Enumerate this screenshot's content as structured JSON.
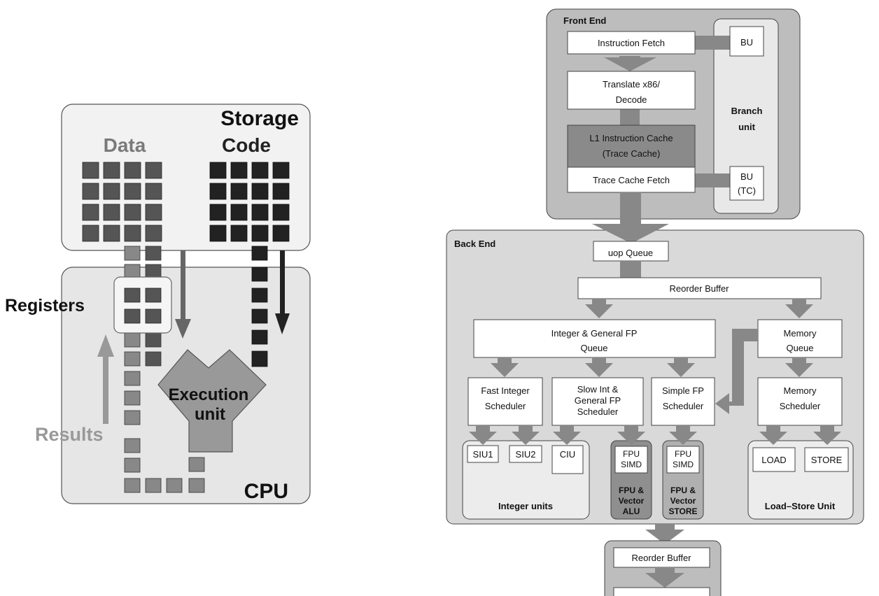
{
  "left_diagram": {
    "storage_label": "Storage",
    "data_label": "Data",
    "code_label": "Code",
    "registers_label": "Registers",
    "execution_label_1": "Execution",
    "execution_label_2": "unit",
    "results_label": "Results",
    "cpu_label": "CPU"
  },
  "front_end": {
    "title": "Front End",
    "instruction_fetch": "Instruction Fetch",
    "translate_1": "Translate x86/",
    "translate_2": "Decode",
    "l1_cache_1": "L1 Instruction Cache",
    "l1_cache_2": "(Trace Cache)",
    "trace_cache_fetch": "Trace Cache Fetch",
    "bu": "BU",
    "bu_tc_1": "BU",
    "bu_tc_2": "(TC)",
    "branch_unit_1": "Branch",
    "branch_unit_2": "unit"
  },
  "back_end": {
    "title": "Back End",
    "uop_queue": "uop Queue",
    "reorder_buffer": "Reorder Buffer",
    "int_fp_queue_1": "Integer & General FP",
    "int_fp_queue_2": "Queue",
    "memory_queue_1": "Memory",
    "memory_queue_2": "Queue",
    "fast_int_1": "Fast Integer",
    "fast_int_2": "Scheduler",
    "slow_int_1": "Slow Int &",
    "slow_int_2": "General FP",
    "slow_int_3": "Scheduler",
    "simple_fp_1": "Simple FP",
    "simple_fp_2": "Scheduler",
    "memory_sched_1": "Memory",
    "memory_sched_2": "Scheduler",
    "siu1": "SIU1",
    "siu2": "SIU2",
    "ciu": "CIU",
    "integer_units": "Integer units",
    "fpu_simd_1": "FPU",
    "fpu_simd_2": "SIMD",
    "fpu_alu_1": "FPU &",
    "fpu_alu_2": "Vector",
    "fpu_alu_3": "ALU",
    "fpu_store_1": "FPU &",
    "fpu_store_2": "Vector",
    "fpu_store_3": "STORE",
    "load": "LOAD",
    "store": "STORE",
    "load_store_unit": "Load–Store Unit"
  },
  "retirement": {
    "reorder_buffer": "Reorder Buffer"
  },
  "colors": {
    "data_block": "#555555",
    "code_block": "#222222",
    "arrow_dark": "#666666",
    "arrow_light": "#999999",
    "frontend_bg": "#bdbdbd",
    "backend_bg": "#d9d9d9",
    "cache_fill": "#8a8a8a"
  }
}
